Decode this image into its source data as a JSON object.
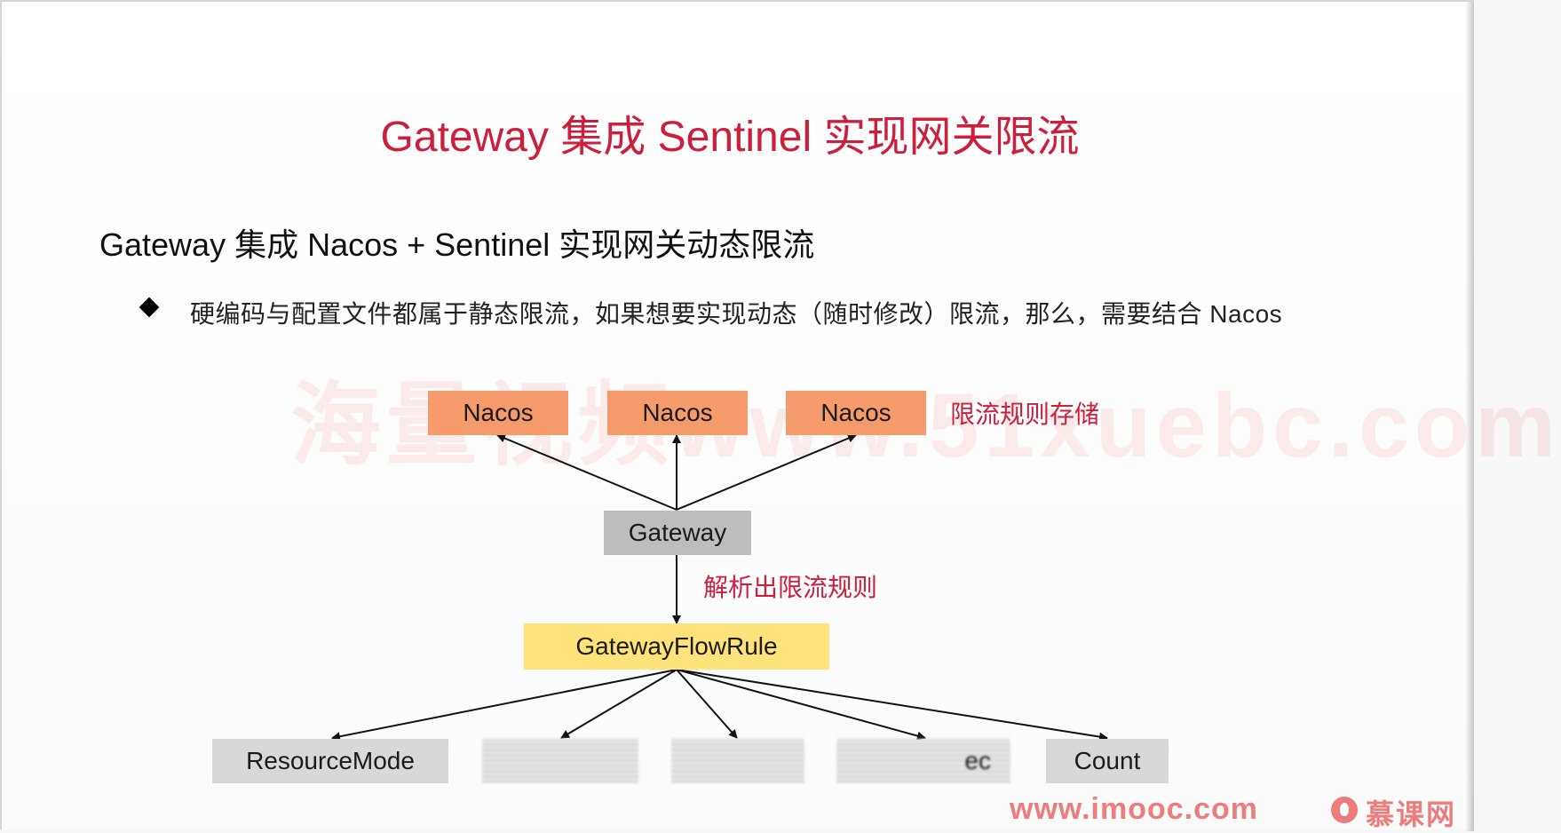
{
  "slide": {
    "title": "Gateway 集成 Sentinel 实现网关限流",
    "subtitle": "Gateway 集成 Nacos + Sentinel 实现网关动态限流",
    "bullet": "硬编码与配置文件都属于静态限流，如果想要实现动态（随时修改）限流，那么，需要结合 Nacos"
  },
  "watermark": "海量视频www.51xuebc.com",
  "diagram": {
    "nacos_boxes": [
      "Nacos",
      "Nacos",
      "Nacos"
    ],
    "nacos_note": "限流规则存储",
    "gateway": "Gateway",
    "parse_note": "解析出限流规则",
    "flow_rule": "GatewayFlowRule",
    "bottom_boxes": [
      "ResourceMode",
      "",
      "",
      "ec",
      "Count"
    ]
  },
  "footer": {
    "url": "www.imooc.com",
    "brand": "慕课网"
  },
  "colors": {
    "title_red": "#cc1f3b",
    "nacos_orange": "#f59a6a",
    "gateway_gray": "#bdbdbd",
    "flowrule_yellow": "#ffe27a",
    "bottom_gray": "#d8d8d8"
  }
}
